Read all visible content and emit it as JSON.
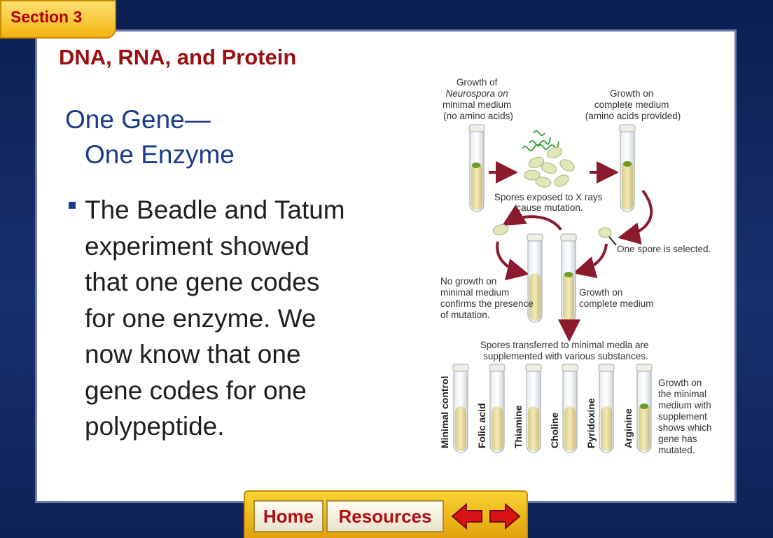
{
  "section_tab": "Section 3",
  "chapter_title": "DNA, RNA, and Protein",
  "heading": {
    "line1": "One Gene—",
    "line2": "One Enzyme"
  },
  "bullet_lines": [
    "The Beadle and Tatum",
    "experiment showed",
    "that one gene codes",
    "for one enzyme. We",
    "now know that one",
    "gene codes for one",
    "polypeptide."
  ],
  "figure": {
    "label_growth_minimal": [
      "Growth of",
      "Neurospora on",
      "minimal medium",
      "(no amino acids)"
    ],
    "label_growth_complete": [
      "Growth on",
      "complete medium",
      "(amino acids provided)"
    ],
    "label_xrays": [
      "Spores exposed to X rays",
      "cause mutation."
    ],
    "label_selected": "One spore is selected.",
    "label_no_growth": [
      "No growth on",
      "minimal medium",
      "confirms the presence",
      "of mutation."
    ],
    "label_growth_on_complete": [
      "Growth on",
      "complete medium"
    ],
    "label_transferred": [
      "Spores transferred to minimal media are",
      "supplemented with various substances."
    ],
    "supplements": [
      "Minimal control",
      "Folic acid",
      "Thiamine",
      "Choline",
      "Pyridoxine",
      "Arginine"
    ],
    "label_supplement_result": [
      "Growth on",
      "the minimal",
      "medium with",
      "supplement",
      "shows which",
      "gene has",
      "mutated."
    ]
  },
  "nav": {
    "home": "Home",
    "resources": "Resources",
    "back_icon": "left-arrow-icon",
    "forward_icon": "right-arrow-icon"
  },
  "colors": {
    "arrow": "#8b1a2c",
    "heading": "#1a3b8c",
    "title": "#9b0f12",
    "spore": "#dfe6b8",
    "mold": "#6e9a2a"
  }
}
